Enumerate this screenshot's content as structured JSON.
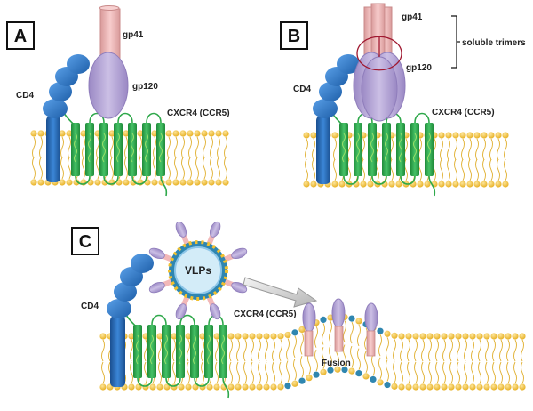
{
  "panels": {
    "a": {
      "letter": "A"
    },
    "b": {
      "letter": "B"
    },
    "c": {
      "letter": "C"
    }
  },
  "labels": {
    "gp41": "gp41",
    "gp120": "gp120",
    "cd4": "CD4",
    "coreceptor": "CXCR4 (CCR5)",
    "soluble_trimers": "soluble trimers",
    "vlps": "VLPs",
    "fusion": "Fusion"
  },
  "colors": {
    "membrane_bead": "#f2c12e",
    "membrane_tail": "#e0b030",
    "cd4": "#2e74c9",
    "cd4_stalk": "#1f5fae",
    "coreceptor": "#2ea84a",
    "gp120": "#b9a8d6",
    "gp41": "#f2b8b8",
    "vlp_shell": "#8ec6e8",
    "vlp_bead": "#2f86b0",
    "arrow": "#cfcfcf"
  }
}
